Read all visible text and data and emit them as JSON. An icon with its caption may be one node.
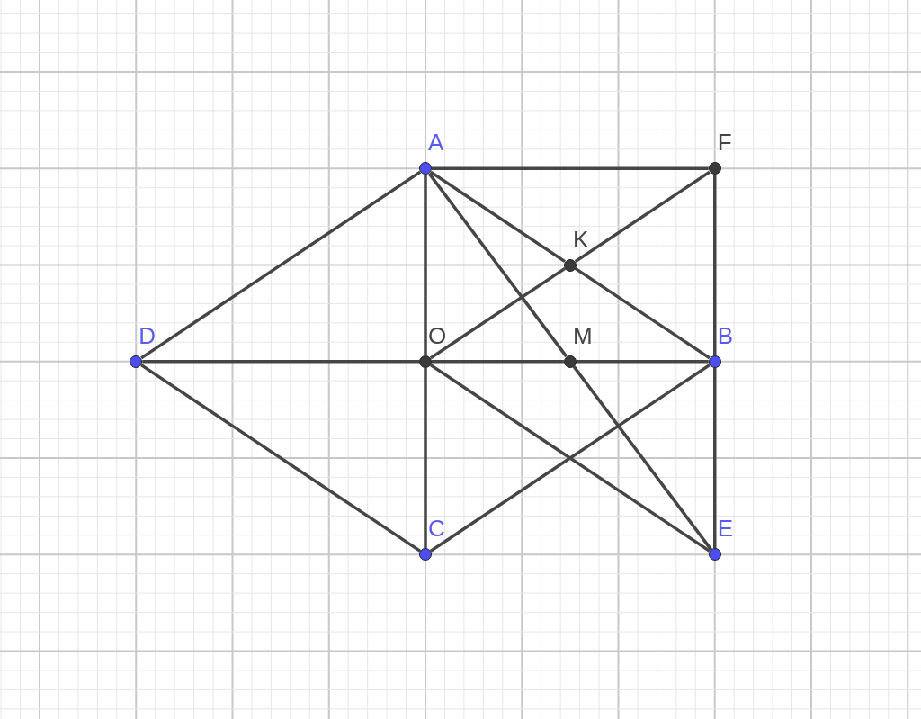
{
  "diagram": {
    "nodes": [
      {
        "text": [
          "A"
        ]
      },
      {
        "text": [
          "F"
        ]
      },
      {
        "text": [
          "K"
        ]
      },
      {
        "text": [
          "D"
        ]
      },
      {
        "text": [
          "O"
        ]
      },
      {
        "text": [
          "M"
        ]
      },
      {
        "text": [
          "B"
        ]
      },
      {
        "text": [
          "C"
        ]
      },
      {
        "text": [
          "E"
        ]
      }
    ],
    "edges": [
      {
        "from": 0,
        "to": 1,
        "arrow": "none"
      },
      {
        "from": 1,
        "to": 6,
        "arrow": "none"
      },
      {
        "from": 6,
        "to": 8,
        "arrow": "none"
      },
      {
        "from": 0,
        "to": 4,
        "arrow": "none"
      },
      {
        "from": 4,
        "to": 7,
        "arrow": "none"
      },
      {
        "from": 3,
        "to": 0,
        "arrow": "none"
      },
      {
        "from": 3,
        "to": 7,
        "arrow": "none"
      },
      {
        "from": 3,
        "to": 4,
        "arrow": "none"
      },
      {
        "from": 4,
        "to": 5,
        "arrow": "none"
      },
      {
        "from": 5,
        "to": 6,
        "arrow": "none"
      },
      {
        "from": 0,
        "to": 2,
        "arrow": "none"
      },
      {
        "from": 2,
        "to": 6,
        "arrow": "none"
      },
      {
        "from": 4,
        "to": 2,
        "arrow": "none"
      },
      {
        "from": 2,
        "to": 1,
        "arrow": "none"
      },
      {
        "from": 0,
        "to": 5,
        "arrow": "none"
      },
      {
        "from": 5,
        "to": 8,
        "arrow": "none"
      },
      {
        "from": 4,
        "to": 8,
        "arrow": "none"
      },
      {
        "from": 7,
        "to": 6,
        "arrow": "none"
      }
    ]
  }
}
